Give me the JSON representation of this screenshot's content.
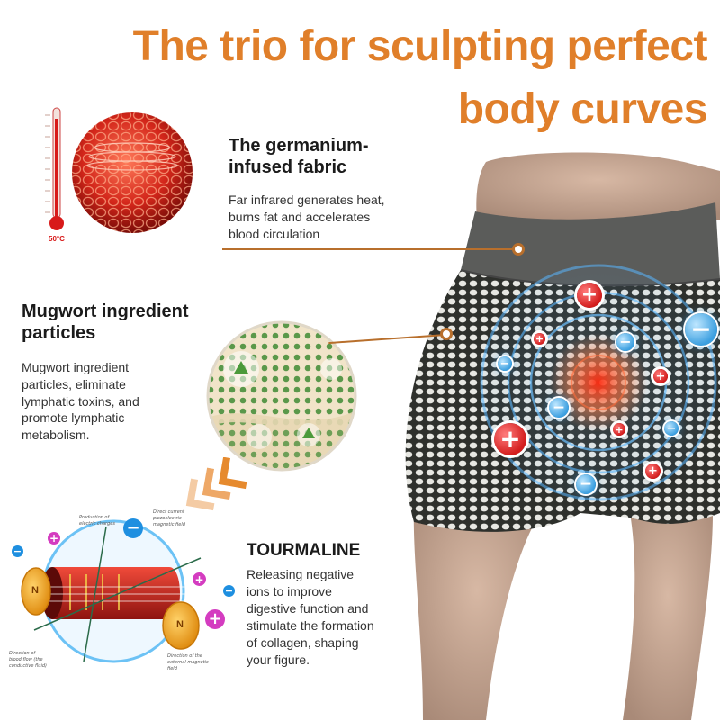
{
  "headline": {
    "line1": "The trio for sculpting perfect",
    "line2": "body curves"
  },
  "sections": {
    "germanium": {
      "title_line1": "The germanium-",
      "title_line2": "infused fabric",
      "desc_line1": "Far infrared generates heat,",
      "desc_line2": "burns fat and accelerates",
      "desc_line3": "blood circulation"
    },
    "mugwort": {
      "title_line1": "Mugwort ingredient",
      "title_line2": "particles",
      "desc_line1": "Mugwort ingredient",
      "desc_line2": "particles, eliminate",
      "desc_line3": "lymphatic toxins, and",
      "desc_line4": "promote lymphatic",
      "desc_line5": "metabolism."
    },
    "tourmaline": {
      "title": "TOURMALINE",
      "desc_line1": "Releasing negative",
      "desc_line2": "ions to improve",
      "desc_line3": "digestive function and",
      "desc_line4": "stimulate the formation",
      "desc_line5": "of collagen, shaping",
      "desc_line6": "your figure."
    }
  },
  "thermometer": {
    "label": "50°C"
  },
  "diagram": {
    "magnet_n": "N",
    "plus_symbol": "+",
    "minus_symbol": "−",
    "note_top_left_1": "Production of",
    "note_top_left_2": "electric charges",
    "note_top_right_1": "Direct current",
    "note_top_right_2": "piezoelectric",
    "note_top_right_3": "magnetic field",
    "note_bottom_left_1": "Direction of",
    "note_bottom_left_2": "blood flow (the",
    "note_bottom_left_3": "conductive fluid)",
    "note_bottom_right_1": "Direction of the",
    "note_bottom_right_2": "external magnetic",
    "note_bottom_right_3": "field"
  },
  "colors": {
    "headline": "#e07f2a",
    "connector": "#b86f2c",
    "positive_ion": "#d31d1d",
    "negative_ion": "#3b9fe0",
    "waistband": "#5b5c5a"
  }
}
